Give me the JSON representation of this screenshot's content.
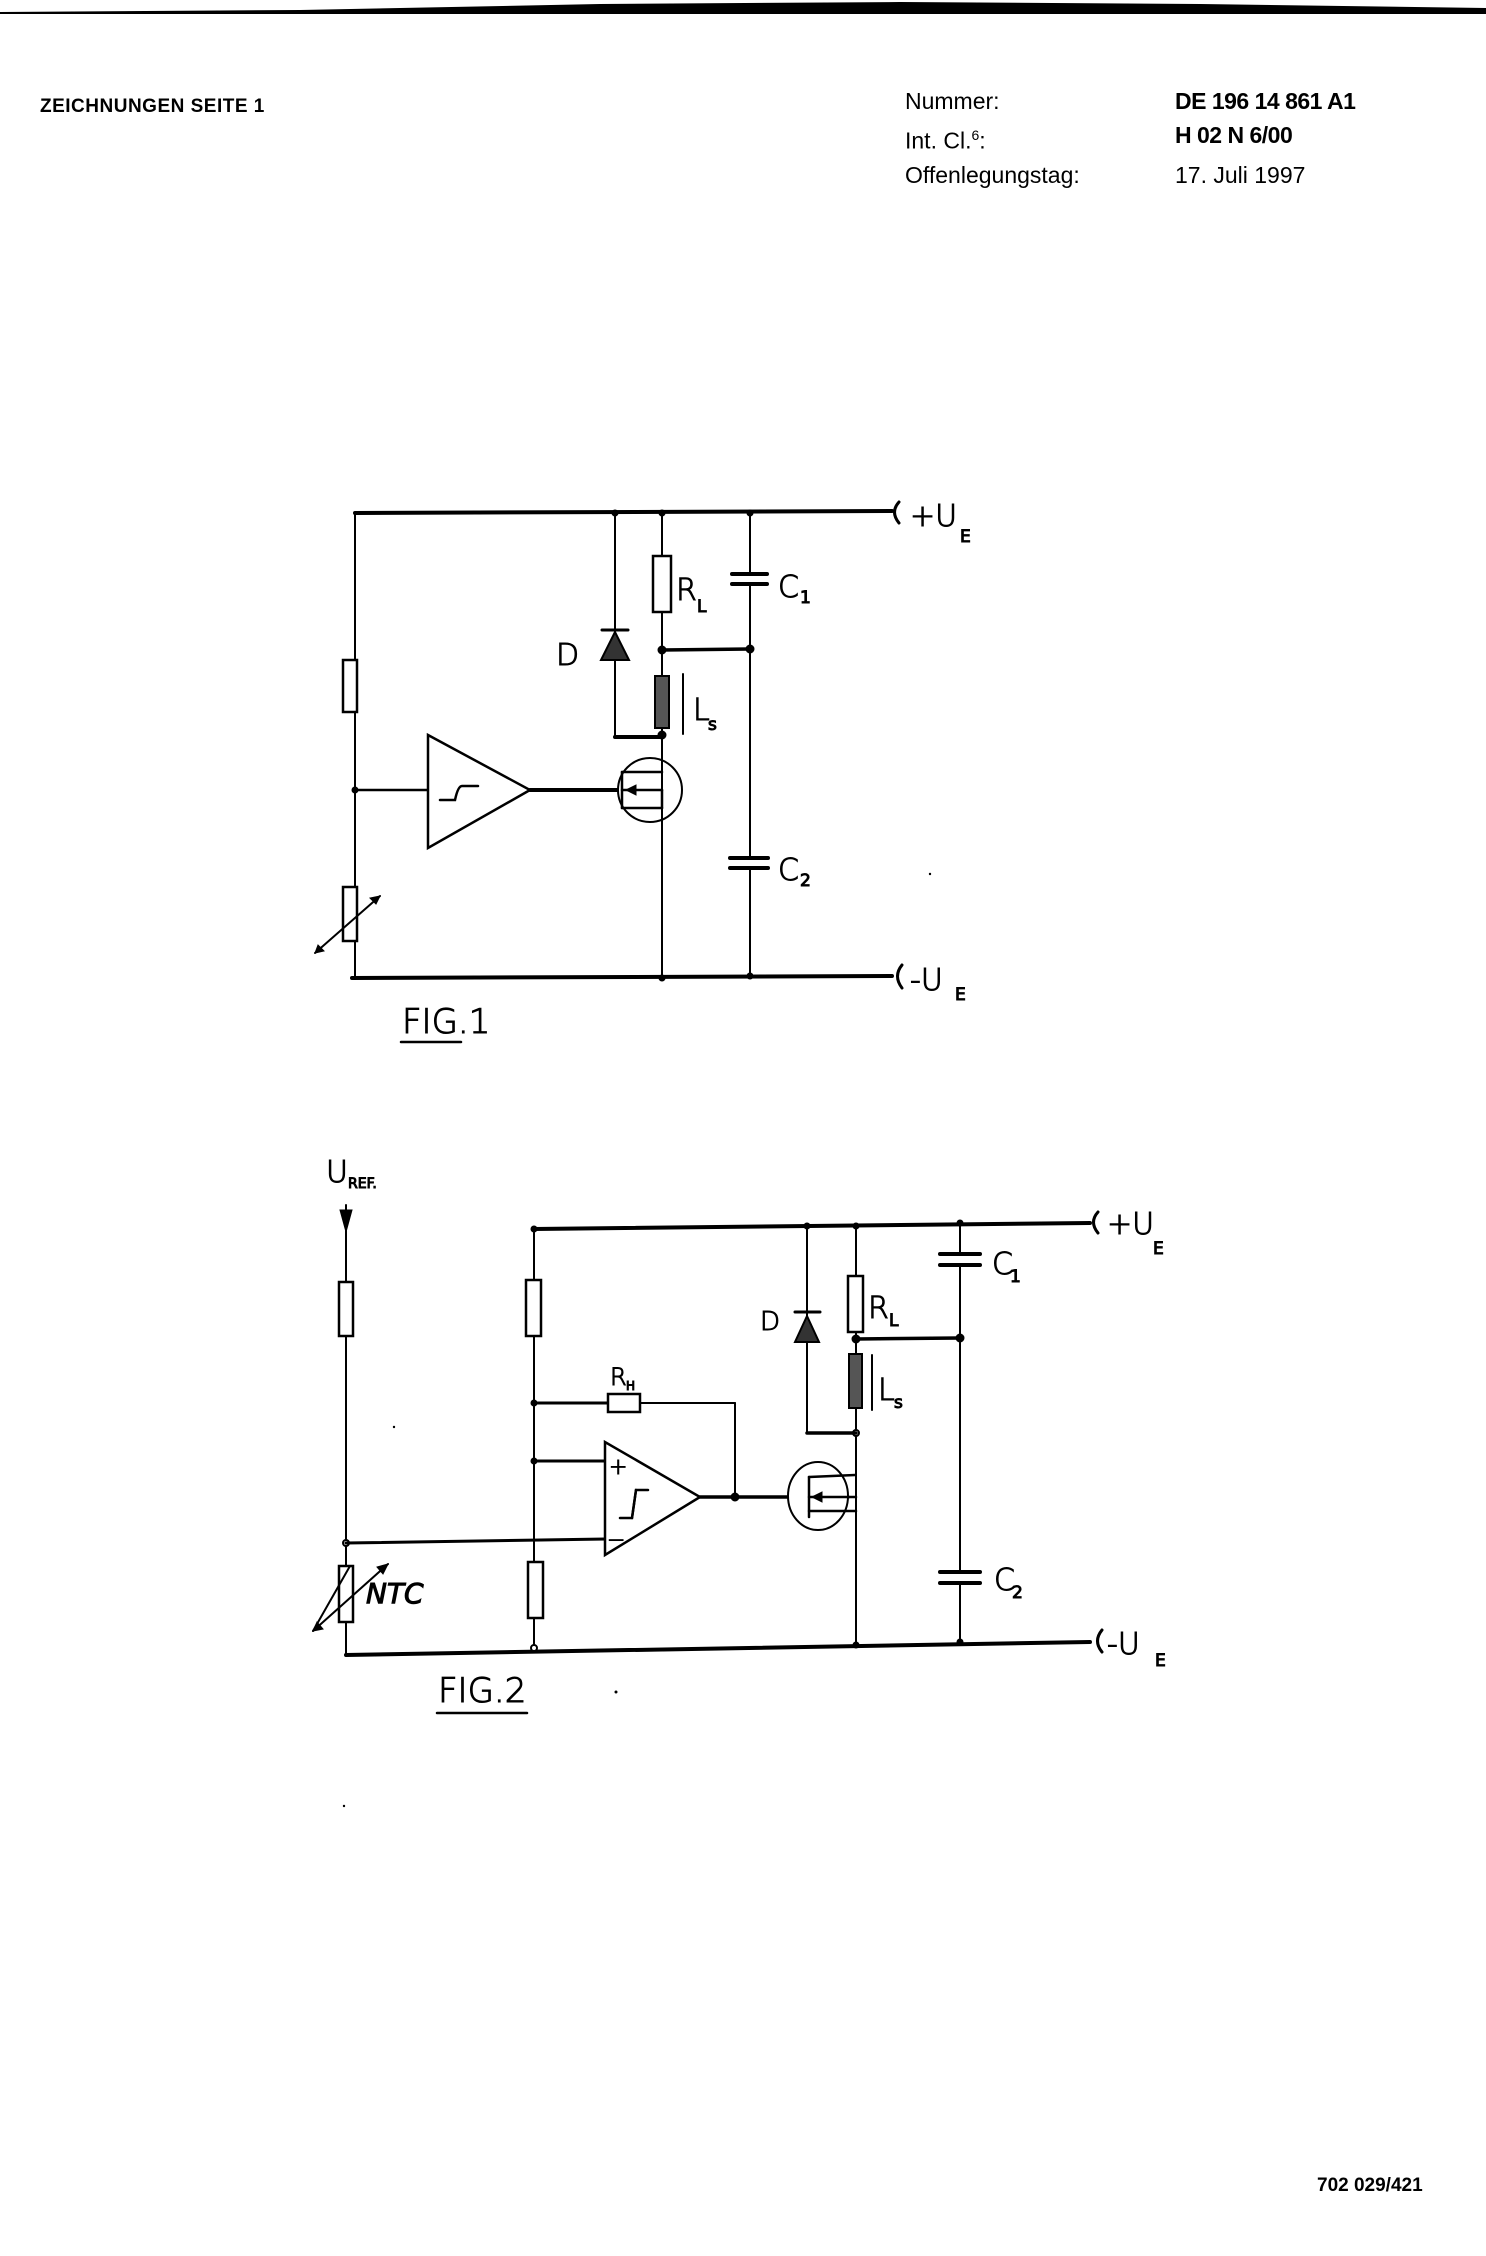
{
  "header": {
    "sheet_label": "ZEICHNUNGEN SEITE 1",
    "fields": [
      {
        "label": "Nummer:",
        "value": "DE 196 14 861  A1",
        "bold": true
      },
      {
        "label": "Int. Cl.6:",
        "value": "H 02 N   6/00",
        "bold": true
      },
      {
        "label": "Offenlegungstag:",
        "value": "17. Juli 1997",
        "bold": false
      }
    ]
  },
  "fig1": {
    "caption": "FIG.1",
    "labels": {
      "supply_pos": "+U",
      "supply_pos_sub": "E",
      "supply_neg": "-U",
      "supply_neg_sub": "E",
      "resistor_load": "R",
      "resistor_load_sub": "L",
      "cap1": "C",
      "cap1_sub": "1",
      "cap2": "C",
      "cap2_sub": "2",
      "diode": "D",
      "inductor": "L",
      "inductor_sub": "s"
    }
  },
  "fig2": {
    "caption": "FIG.2",
    "labels": {
      "uref": "U",
      "uref_sub": "REF.",
      "supply_pos": "+U",
      "supply_pos_sub": "E",
      "supply_neg": "-U",
      "supply_neg_sub": "E",
      "resistor_load": "R",
      "resistor_load_sub": "L",
      "resistor_h": "R",
      "resistor_h_sub": "H",
      "cap1": "C",
      "cap1_sub": "1",
      "cap2": "C",
      "cap2_sub": "2",
      "diode": "D",
      "inductor": "L",
      "inductor_sub": "s",
      "ntc": "NTC",
      "plus": "+",
      "minus": "−"
    }
  },
  "footer": {
    "code": "702 029/421"
  }
}
